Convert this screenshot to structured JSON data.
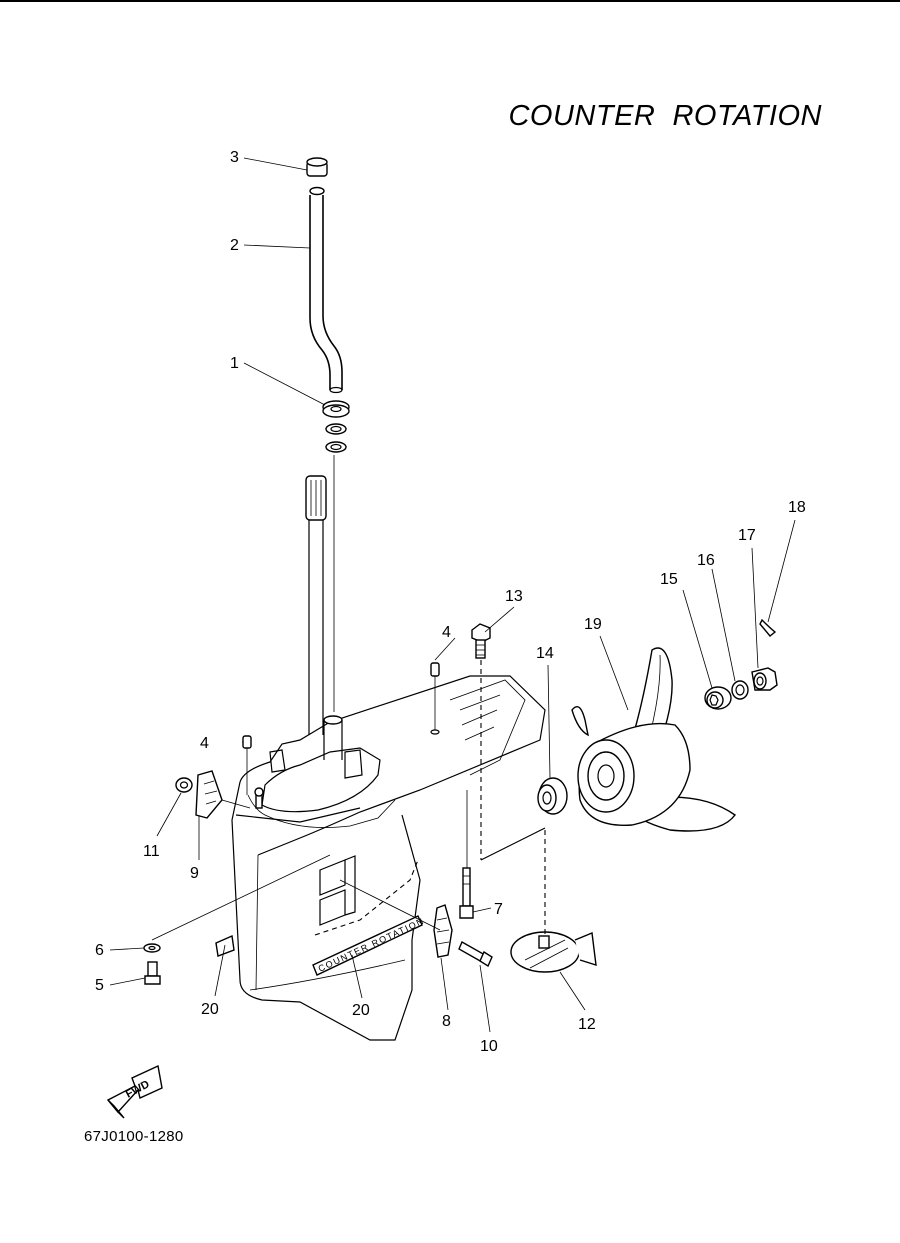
{
  "title": "COUNTER  ROTATION",
  "diagram_code": "67J0100-1280",
  "fwd_label": "FWD",
  "decal_text": "COUNTER ROTATION",
  "callouts": [
    "1",
    "2",
    "3",
    "4",
    "4",
    "5",
    "6",
    "7",
    "8",
    "9",
    "10",
    "11",
    "12",
    "13",
    "14",
    "15",
    "16",
    "17",
    "18",
    "19",
    "20",
    "20"
  ]
}
